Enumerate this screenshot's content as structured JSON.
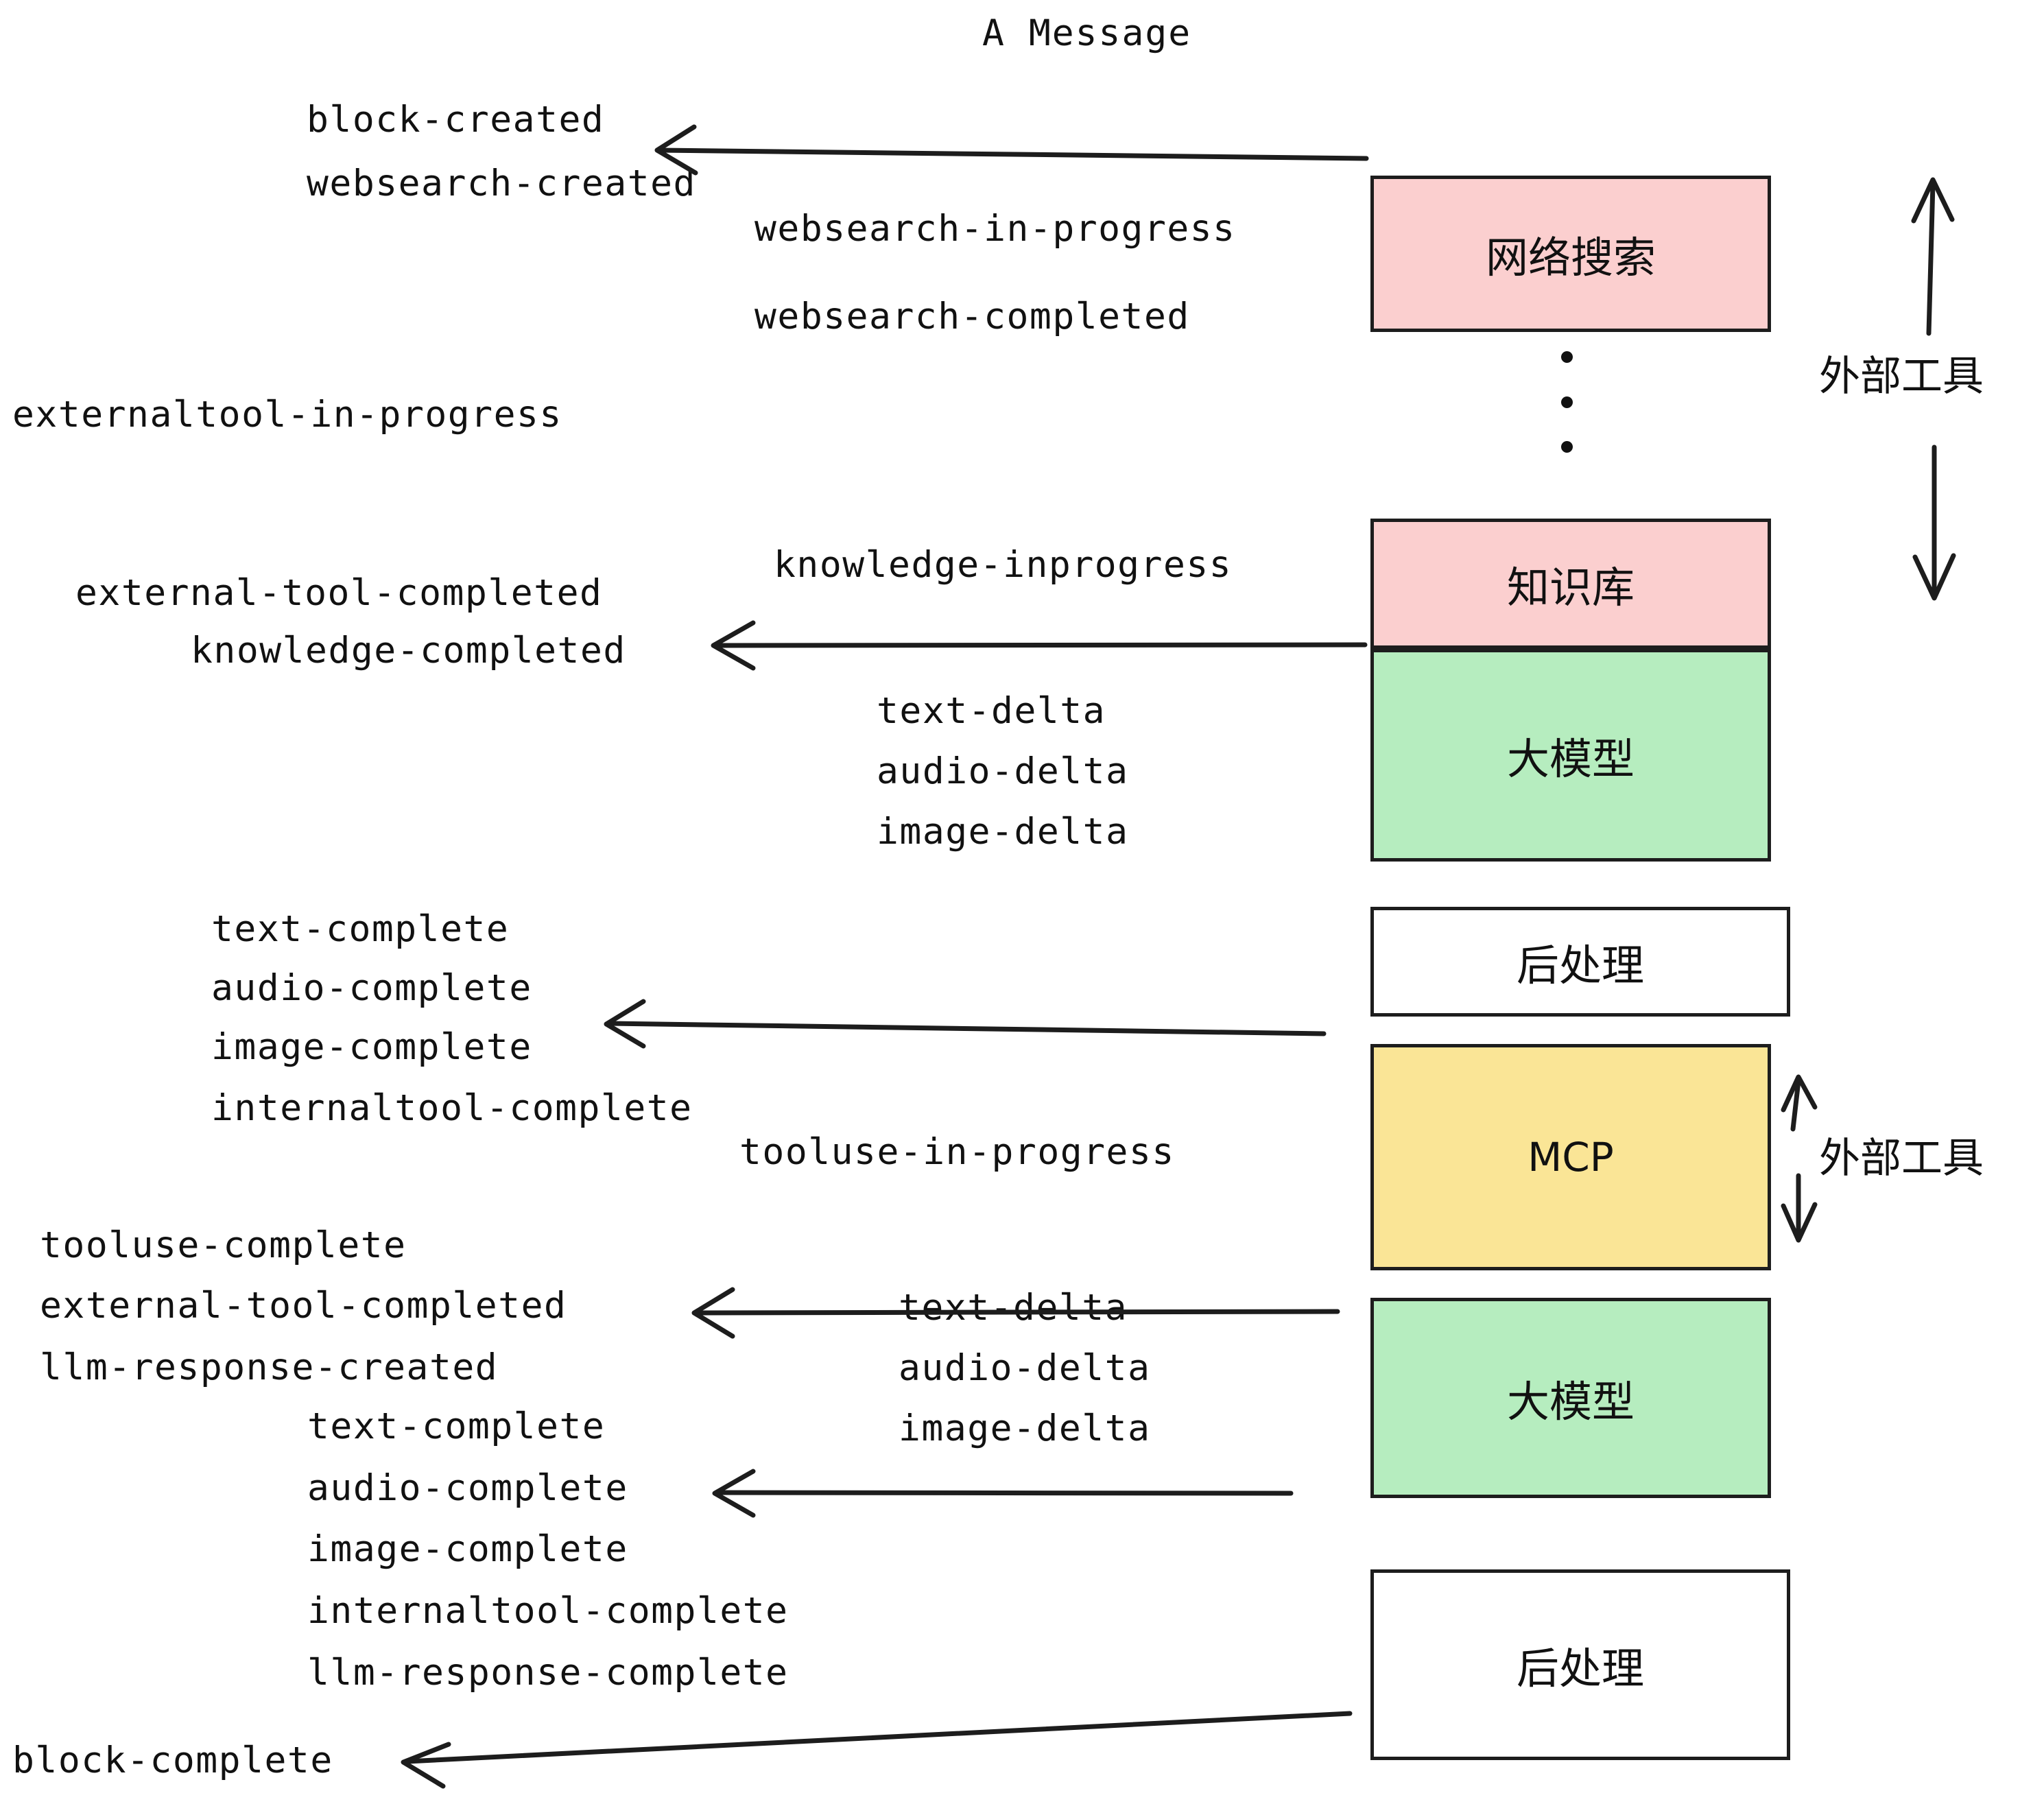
{
  "diagram": {
    "title": "A Message",
    "boxes": [
      {
        "id": "websearch",
        "label": "网络搜索",
        "color": "#fbcfcf"
      },
      {
        "id": "knowledge",
        "label": "知识库",
        "color": "#fbcfcf"
      },
      {
        "id": "llm-1",
        "label": "大模型",
        "color": "#b6edbf"
      },
      {
        "id": "postprocess-1",
        "label": "后处理",
        "color": "#ffffff"
      },
      {
        "id": "mcp",
        "label": "MCP",
        "color": "#fae596"
      },
      {
        "id": "llm-2",
        "label": "大模型",
        "color": "#b6edbf"
      },
      {
        "id": "postprocess-2",
        "label": "后处理",
        "color": "#ffffff"
      }
    ],
    "side_labels": [
      {
        "id": "external-tool-top",
        "text": "外部工具"
      },
      {
        "id": "external-tool-bottom",
        "text": "外部工具"
      }
    ],
    "events": [
      {
        "id": "e01",
        "text": "block-created"
      },
      {
        "id": "e02",
        "text": "websearch-created"
      },
      {
        "id": "e03",
        "text": "websearch-in-progress"
      },
      {
        "id": "e04",
        "text": "websearch-completed"
      },
      {
        "id": "e05",
        "text": "externaltool-in-progress"
      },
      {
        "id": "e06",
        "text": "knowledge-inprogress"
      },
      {
        "id": "e07",
        "text": "external-tool-completed"
      },
      {
        "id": "e08",
        "text": "knowledge-completed"
      },
      {
        "id": "e09",
        "text": "text-delta"
      },
      {
        "id": "e10",
        "text": "audio-delta"
      },
      {
        "id": "e11",
        "text": "image-delta"
      },
      {
        "id": "e12",
        "text": "text-complete"
      },
      {
        "id": "e13",
        "text": "audio-complete"
      },
      {
        "id": "e14",
        "text": "image-complete"
      },
      {
        "id": "e15",
        "text": "internaltool-complete"
      },
      {
        "id": "e16",
        "text": "tooluse-in-progress"
      },
      {
        "id": "e17",
        "text": "tooluse-complete"
      },
      {
        "id": "e18",
        "text": "external-tool-completed"
      },
      {
        "id": "e19",
        "text": "llm-response-created"
      },
      {
        "id": "e20",
        "text": "text-delta"
      },
      {
        "id": "e21",
        "text": "audio-delta"
      },
      {
        "id": "e22",
        "text": "image-delta"
      },
      {
        "id": "e23",
        "text": "text-complete"
      },
      {
        "id": "e24",
        "text": "audio-complete"
      },
      {
        "id": "e25",
        "text": "image-complete"
      },
      {
        "id": "e26",
        "text": "internaltool-complete"
      },
      {
        "id": "e27",
        "text": "llm-response-complete"
      },
      {
        "id": "e28",
        "text": "block-complete"
      }
    ],
    "colors": {
      "pink": "#fbcfcf",
      "green": "#b6edbf",
      "yellow": "#fae596",
      "stroke": "#1d1d1d",
      "background": "#ffffff"
    }
  }
}
